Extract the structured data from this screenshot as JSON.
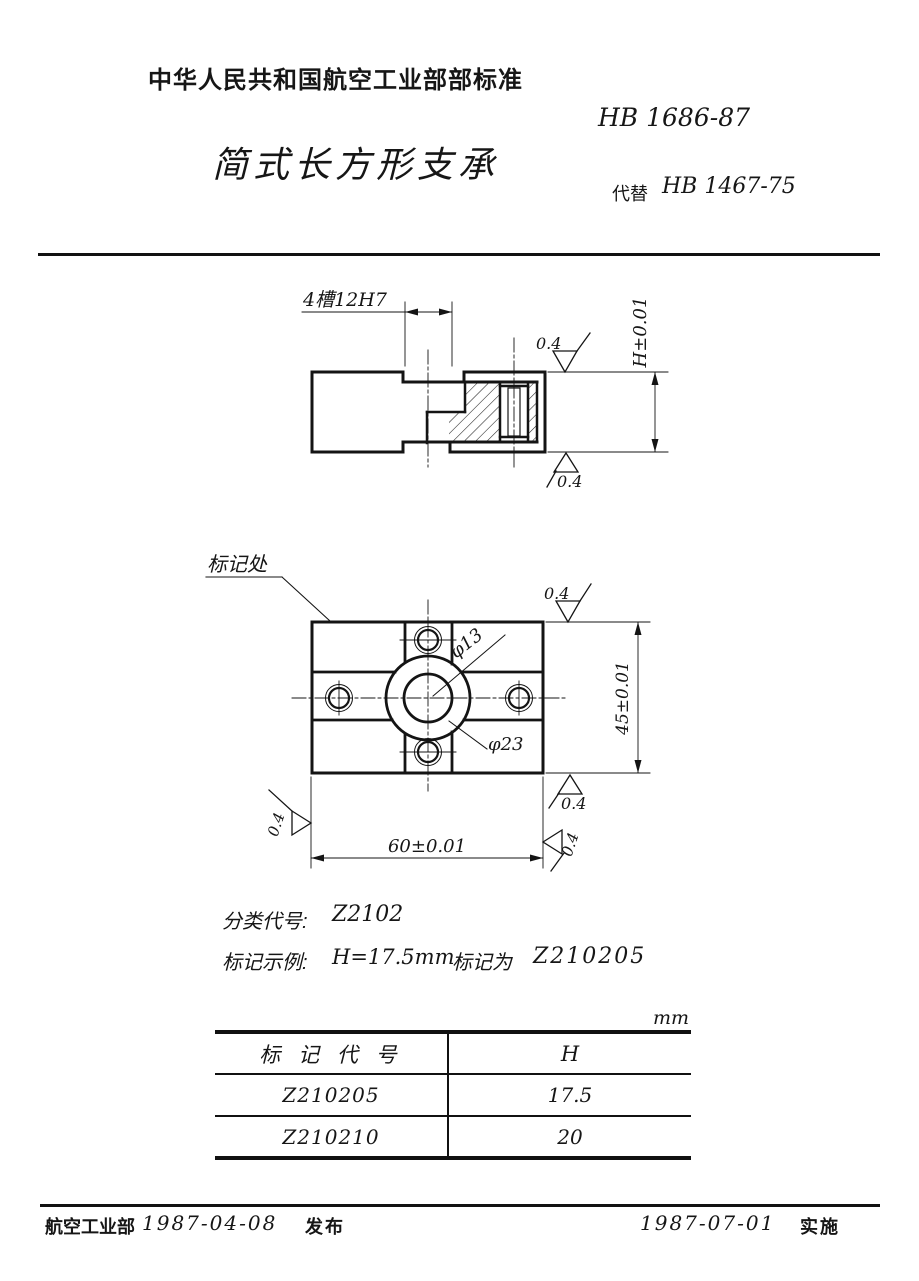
{
  "header": {
    "org": "中华人民共和国航空工业部部标准",
    "standard_no": "HB 1686-87",
    "title": "简式长方形支承",
    "replaces_label": "代替",
    "replaces_no": "HB 1467-75"
  },
  "section_view": {
    "slot_dim": "4槽12H7",
    "height_dim": "H±0.01",
    "finish_top": "0.4",
    "finish_bottom": "0.4"
  },
  "plan_view": {
    "marking_label": "标记处",
    "hole_dia": "φ13",
    "counterbore_dia": "φ23",
    "height_dim": "45±0.01",
    "width_dim": "60±0.01",
    "finish_top": "0.4",
    "finish_bottom": "0.4",
    "finish_left": "0.4",
    "finish_right": "0.4"
  },
  "notes": {
    "class_label": "分类代号:",
    "class_code": "Z2102",
    "example_label": "标记示例:",
    "example_condition": "H=17.5mm",
    "example_mark_label": "标记为",
    "example_code": "Z210205"
  },
  "table": {
    "unit": "mm",
    "columns": [
      "标 记 代 号",
      "H"
    ],
    "rows": [
      {
        "code": "Z210205",
        "h": "17.5"
      },
      {
        "code": "Z210210",
        "h": "20"
      }
    ]
  },
  "footer": {
    "org": "航空工业部",
    "issue_date": "1987-04-08",
    "issue_label": "发布",
    "impl_date": "1987-07-01",
    "impl_label": "实施"
  }
}
